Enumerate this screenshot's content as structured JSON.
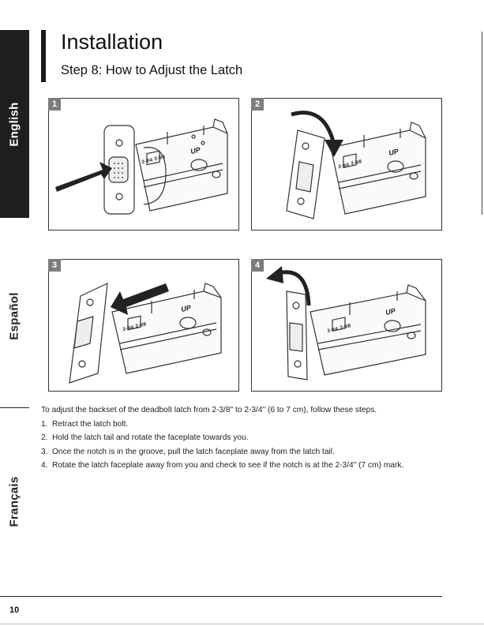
{
  "sidebar": {
    "tabs": [
      {
        "label": "English",
        "active": true
      },
      {
        "label": "Español",
        "active": false
      },
      {
        "label": "Français",
        "active": false
      }
    ]
  },
  "header": {
    "title": "Installation",
    "step_title": "Step 8: How to Adjust the Latch"
  },
  "panels": [
    {
      "number": "1",
      "marks": [
        "2-3/4",
        "2-3/8"
      ],
      "up_label": "UP"
    },
    {
      "number": "2",
      "marks": [
        "2-3/4",
        "2-3/8"
      ],
      "up_label": "UP"
    },
    {
      "number": "3",
      "marks": [
        "2-3/4",
        "2-3/8"
      ],
      "up_label": "UP"
    },
    {
      "number": "4",
      "marks": [
        "2-3/4",
        "2-3/8"
      ],
      "up_label": "UP"
    }
  ],
  "instructions": {
    "intro": "To adjust the backset of the deadbolt latch from 2-3/8\" to 2-3/4\" (6 to 7 cm), follow these steps.",
    "steps": [
      {
        "num": "1.",
        "text": "Retract the latch bolt."
      },
      {
        "num": "2.",
        "text": "Hold the latch tail and rotate the faceplate towards you."
      },
      {
        "num": "3.",
        "text": "Once the notch is in the groove, pull the latch faceplate away from the latch tail."
      },
      {
        "num": "4.",
        "text": "Rotate the latch faceplate away from you and check to see if the notch is at the 2-3/4\" (7 cm) mark."
      }
    ]
  },
  "footer": {
    "page_number": "10"
  },
  "colors": {
    "sidebar_active_bg": "#1e1e1e",
    "badge_bg": "#7d7d7d",
    "text": "#222222"
  }
}
